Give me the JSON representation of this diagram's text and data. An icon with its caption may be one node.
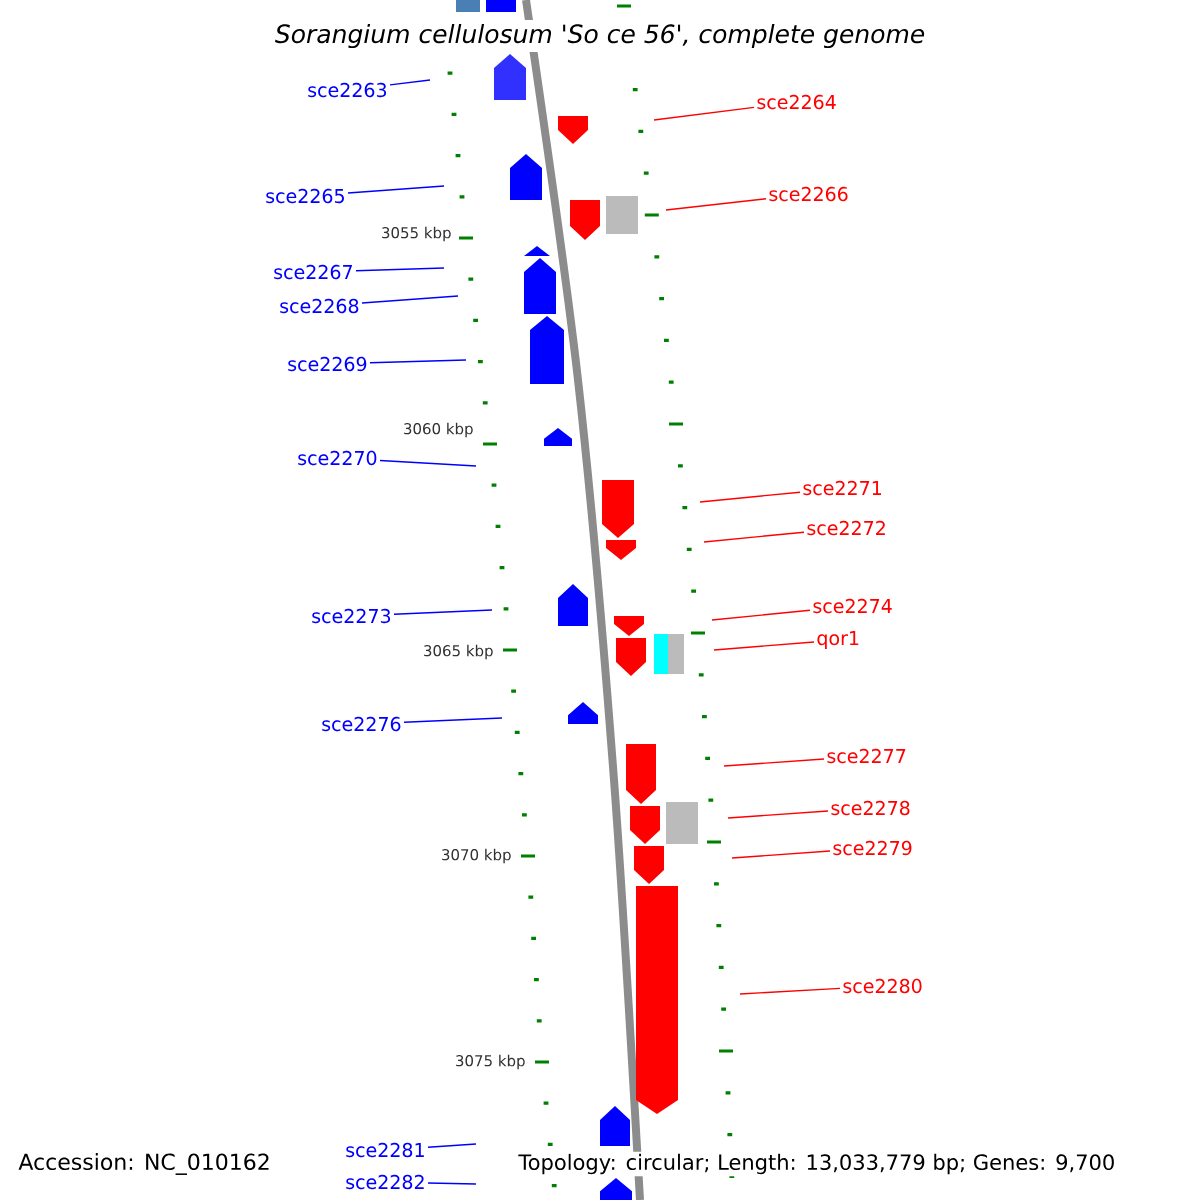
{
  "diagram": {
    "title": "Sorangium cellulosum 'So ce 56', complete genome",
    "nodes": [
      {
        "text": [
          "sce2263"
        ]
      },
      {
        "text": [
          "sce2264"
        ]
      },
      {
        "text": [
          "sce2265"
        ]
      },
      {
        "text": [
          "sce2266"
        ]
      },
      {
        "text": [
          "sce2267"
        ]
      },
      {
        "text": [
          "sce2268"
        ]
      },
      {
        "text": [
          "sce2269"
        ]
      },
      {
        "text": [
          "sce2270"
        ]
      },
      {
        "text": [
          "sce2271"
        ]
      },
      {
        "text": [
          "sce2272"
        ]
      },
      {
        "text": [
          "sce2273"
        ]
      },
      {
        "text": [
          "sce2274"
        ]
      },
      {
        "text": [
          "qor1"
        ]
      },
      {
        "text": [
          "sce2276"
        ]
      },
      {
        "text": [
          "sce2277"
        ]
      },
      {
        "text": [
          "sce2278"
        ]
      },
      {
        "text": [
          "sce2279"
        ]
      },
      {
        "text": [
          "sce2280"
        ]
      },
      {
        "text": [
          "sce2281"
        ]
      },
      {
        "text": [
          "sce2282"
        ]
      }
    ],
    "edges": [
      {
        "from": 0,
        "to": null,
        "arrow": "none",
        "color": "#0000ff"
      },
      {
        "from": 1,
        "to": null,
        "arrow": "none",
        "color": "#ff0000"
      },
      {
        "from": 2,
        "to": null,
        "arrow": "none",
        "color": "#0000ff"
      },
      {
        "from": 3,
        "to": null,
        "arrow": "none",
        "color": "#ff0000"
      },
      {
        "from": 4,
        "to": null,
        "arrow": "none",
        "color": "#0000ff"
      },
      {
        "from": 5,
        "to": null,
        "arrow": "none",
        "color": "#0000ff"
      },
      {
        "from": 6,
        "to": null,
        "arrow": "none",
        "color": "#0000ff"
      },
      {
        "from": 7,
        "to": null,
        "arrow": "none",
        "color": "#0000ff"
      },
      {
        "from": 8,
        "to": null,
        "arrow": "none",
        "color": "#ff0000"
      },
      {
        "from": 9,
        "to": null,
        "arrow": "none",
        "color": "#ff0000"
      },
      {
        "from": 10,
        "to": null,
        "arrow": "none",
        "color": "#0000ff"
      },
      {
        "from": 11,
        "to": null,
        "arrow": "none",
        "color": "#ff0000"
      },
      {
        "from": 12,
        "to": null,
        "arrow": "none",
        "color": "#ff0000"
      },
      {
        "from": 13,
        "to": null,
        "arrow": "none",
        "color": "#0000ff"
      },
      {
        "from": 14,
        "to": null,
        "arrow": "none",
        "color": "#ff0000"
      },
      {
        "from": 15,
        "to": null,
        "arrow": "none",
        "color": "#ff0000"
      },
      {
        "from": 16,
        "to": null,
        "arrow": "none",
        "color": "#ff0000"
      },
      {
        "from": 17,
        "to": null,
        "arrow": "none",
        "color": "#ff0000"
      },
      {
        "from": 18,
        "to": null,
        "arrow": "none",
        "color": "#0000ff"
      },
      {
        "from": 19,
        "to": null,
        "arrow": "none",
        "color": "#0000ff"
      }
    ],
    "labels": [
      "3055 kbp",
      "3060 kbp",
      "3065 kbp",
      "3070 kbp",
      "3075 kbp",
      "Accession: NC_010162",
      "Topology: circular; Length: 13,033,779 bp; Genes: 9,700"
    ]
  }
}
